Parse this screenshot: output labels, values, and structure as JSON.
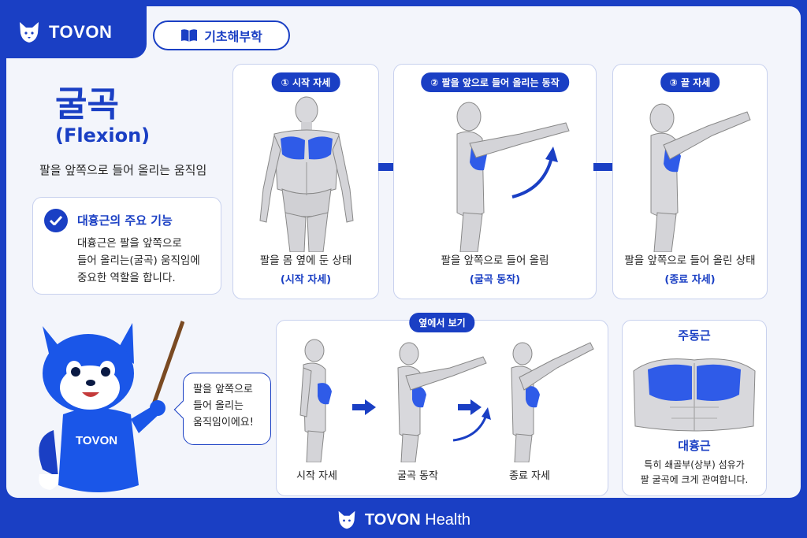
{
  "brand": {
    "name": "TOVON",
    "footer_strong": "TOVON",
    "footer_rest": " Health",
    "color": "#1a3fc4"
  },
  "category": {
    "icon": "book-icon",
    "label": "기초해부학"
  },
  "header": {
    "title": "굴곡",
    "title_en": "(Flexion)",
    "subtitle": "팔을 앞쪽으로 들어 올리는 움직임"
  },
  "info": {
    "icon": "check-icon",
    "title": "대흉근의 주요 기능",
    "lines": [
      "대흉근은 팔을 앞쪽으로",
      "들어 올리는(굴곡) 움직임에",
      "중요한 역할을 합니다."
    ]
  },
  "steps": [
    {
      "pill": "① 시작 자세",
      "caption": "팔을 몸 옆에 둔 상태",
      "sub": "(시작 자세)"
    },
    {
      "pill": "② 팔을 앞으로 들어 올리는 동작",
      "caption": "팔을 앞쪽으로 들어 올림",
      "sub": "(굴곡 동작)"
    },
    {
      "pill": "③ 끝 자세",
      "caption": "팔을 앞쪽으로 들어 올린 상태",
      "sub": "(종료 자세)"
    }
  ],
  "side_view": {
    "pill": "옆에서 보기",
    "captions": [
      "시작 자세",
      "굴곡 동작",
      "종료 자세"
    ]
  },
  "muscle": {
    "heading": "주동근",
    "name": "대흉근",
    "desc": [
      "특히 쇄골부(상부) 섬유가",
      "팔 굴곡에 크게 관여합니다."
    ]
  },
  "mascot": {
    "speech": [
      "팔을 앞쪽으로",
      "들어 올리는",
      "움직임이에요!"
    ],
    "shirt_text": "TOVON"
  }
}
